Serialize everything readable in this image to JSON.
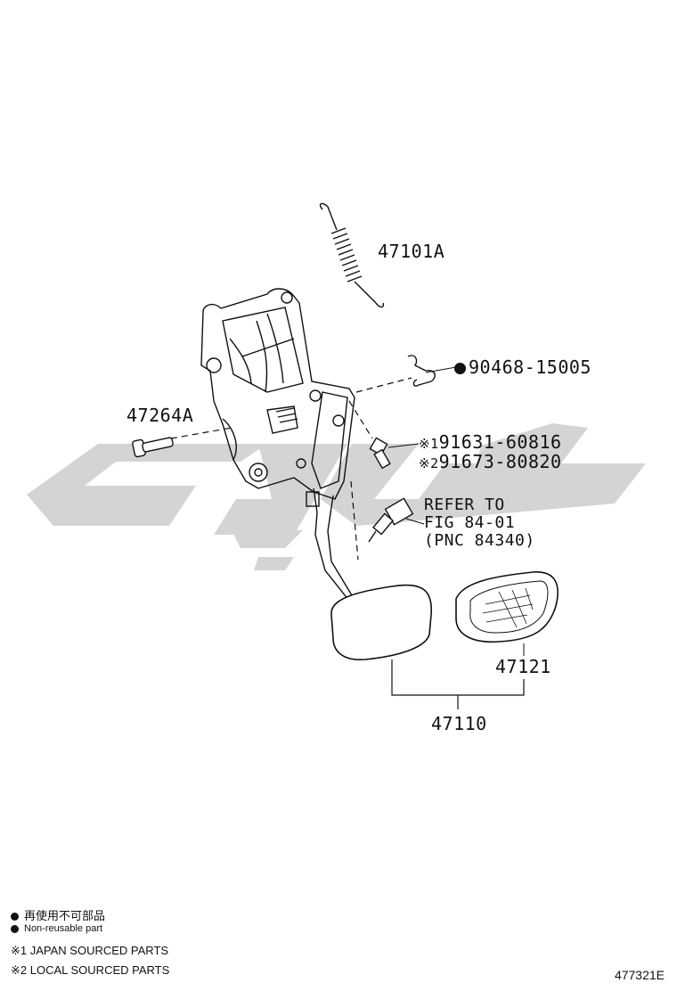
{
  "parts": {
    "spring": "47101A",
    "clip_number": "90468-15005",
    "pin": "47264A",
    "bolt_japan_mark": "※1",
    "bolt_japan": "91631-60816",
    "bolt_local_mark": "※2",
    "bolt_local": "91673-80820",
    "refer_line1": "REFER TO",
    "refer_line2": "FIG 84-01",
    "refer_line3": "(PNC 84340)",
    "pedal_pad": "47121",
    "pedal_assembly": "47110"
  },
  "legend": {
    "non_reusable_jp": "再使用不可部品",
    "non_reusable_en": "Non-reusable part",
    "note1_mark": "※1",
    "note1": "JAPAN SOURCED PARTS",
    "note2_mark": "※2",
    "note2": "LOCAL SOURCED PARTS"
  },
  "illustration_number": "477321E"
}
